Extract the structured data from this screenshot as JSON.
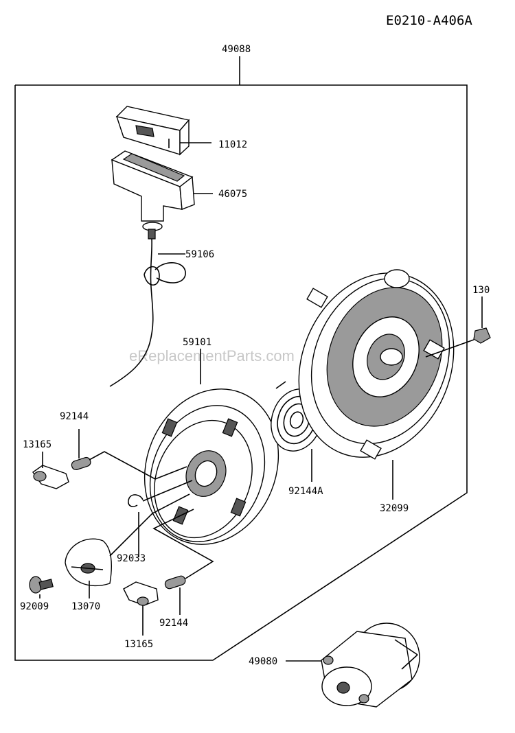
{
  "diagram_code": "E0210-A406A",
  "watermark": "eReplacementParts.com",
  "parts": {
    "assembly": "49088",
    "handle_cap": "11012",
    "handle": "46075",
    "rope_clip": "59106",
    "reel": "59101",
    "case": "32099",
    "bolt": "130",
    "spring_reel": "92144A",
    "spring_left": "92144",
    "spring_bottom": "92144",
    "ratchet_top": "13165",
    "ratchet_bottom": "13165",
    "circlip": "92033",
    "guide": "13070",
    "screw": "92009",
    "pulley": "49080"
  }
}
